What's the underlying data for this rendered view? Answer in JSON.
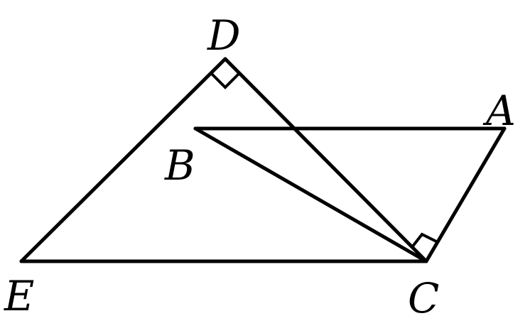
{
  "points": {
    "D": "D",
    "A": "A",
    "B": "B",
    "E": "E",
    "C": "C"
  },
  "colors": {
    "stroke": "#000000",
    "background": "#ffffff"
  }
}
